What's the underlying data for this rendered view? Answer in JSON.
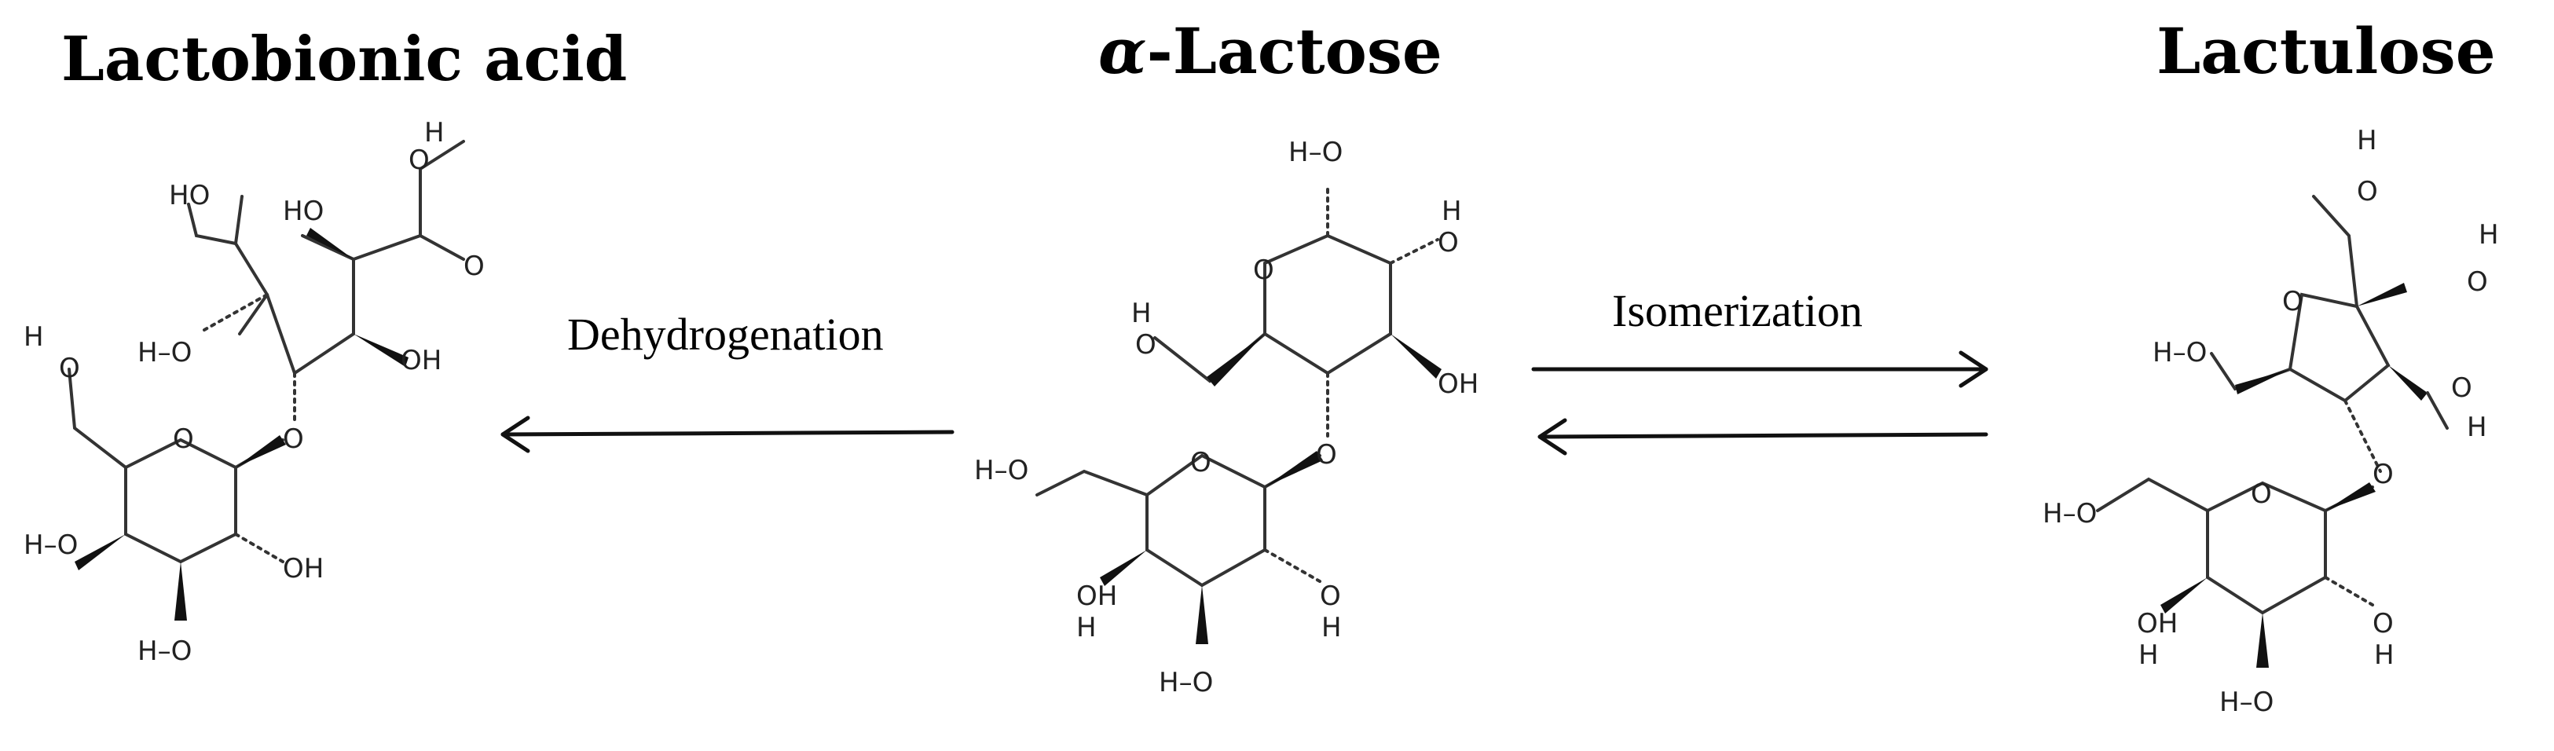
{
  "titles": {
    "left": "Lactobionic acid",
    "center_prefix": "α",
    "center_suffix": "-Lactose",
    "right": "Lactulose"
  },
  "arrows": {
    "left_label": "Dehydrogenation",
    "right_label": "Isomerization"
  },
  "atoms": {
    "o": "O",
    "h": "H",
    "oh": "OH",
    "ho": "HO",
    "h_o": "H–O",
    "ho_pair": "H\nO"
  }
}
